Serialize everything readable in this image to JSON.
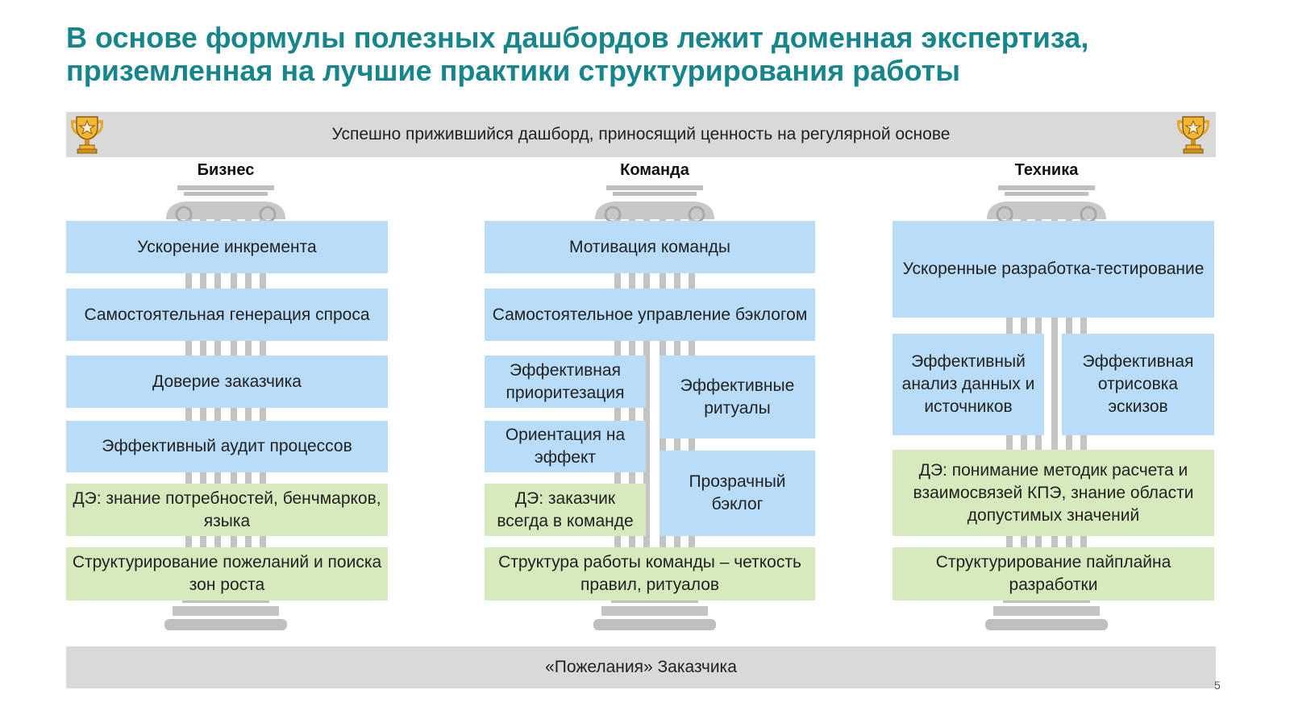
{
  "title": "В основе формулы полезных дашбордов лежит доменная экспертиза, приземленная на лучшие практики структурирования работы",
  "top_band": "Успешно прижившийся дашборд, приносящий ценность на регулярной основе",
  "bottom_band": "«Пожелания» Заказчика",
  "icons": {
    "trophy": "trophy-icon",
    "pillar": "column-icon"
  },
  "colors": {
    "title": "#17868c",
    "blue_box": "#b9dcf8",
    "green_box": "#d7eabd",
    "band": "#d9d9d9"
  },
  "business": {
    "header": "Бизнес",
    "items": [
      "Ускорение инкремента",
      "Самостоятельная генерация спроса",
      "Доверие заказчика",
      "Эффективный аудит процессов",
      "ДЭ: знание потребностей, бенчмарков, языка",
      "Структурирование пожеланий и поиска зон роста"
    ]
  },
  "team": {
    "header": "Команда",
    "items": [
      "Мотивация команды",
      "Самостоятельное управление бэклогом",
      "Эффективная приоритезация",
      "Эффективные ритуалы",
      "Ориентация на эффект",
      "Прозрачный бэклог",
      "ДЭ: заказчик всегда в команде",
      "Структура работы команды – четкость правил, ритуалов"
    ]
  },
  "tech": {
    "header": "Техника",
    "items": [
      "Ускоренные разработка-тестирование",
      "Эффективный анализ данных и источников",
      "Эффективная отрисовка эскизов",
      "ДЭ: понимание методик расчета и взаимосвязей КПЭ, знание области допустимых значений",
      "Структурирование пайплайна разработки"
    ]
  },
  "page_number": "5"
}
